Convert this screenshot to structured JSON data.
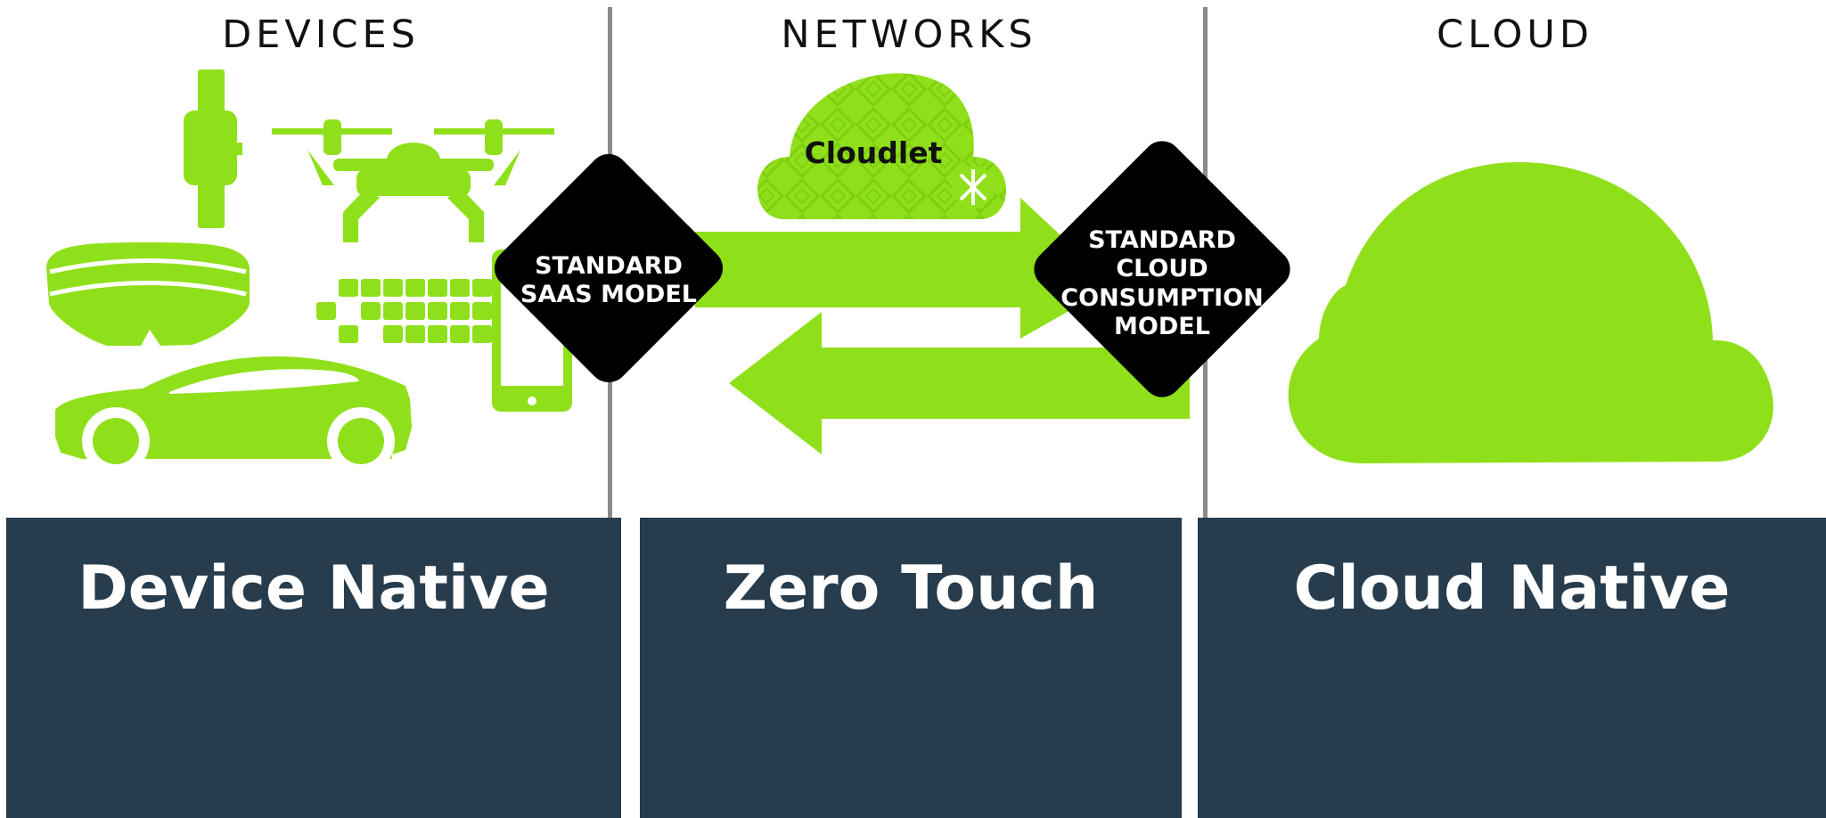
{
  "columns": {
    "devices": "DEVICES",
    "networks": "NETWORKS",
    "cloud": "CLOUD"
  },
  "cloudlet": {
    "label": "Cloudlet"
  },
  "diamonds": {
    "saas": [
      "STANDARD",
      "SAAS MODEL"
    ],
    "cloud_consumption": [
      "STANDARD",
      "CLOUD",
      "CONSUMPTION",
      "MODEL"
    ]
  },
  "panels": {
    "device_native": "Device Native",
    "zero_touch": "Zero Touch",
    "cloud_native": "Cloud Native"
  },
  "colors": {
    "accent_green": "#8fe01a",
    "panel_navy": "#273c4c",
    "diamond_black": "#000000"
  },
  "icons": [
    "smartwatch-icon",
    "drone-icon",
    "vr-headset-icon",
    "keypad-icon",
    "smartphone-icon",
    "car-icon",
    "cloud-icon",
    "arrow-right-icon",
    "arrow-left-icon"
  ]
}
